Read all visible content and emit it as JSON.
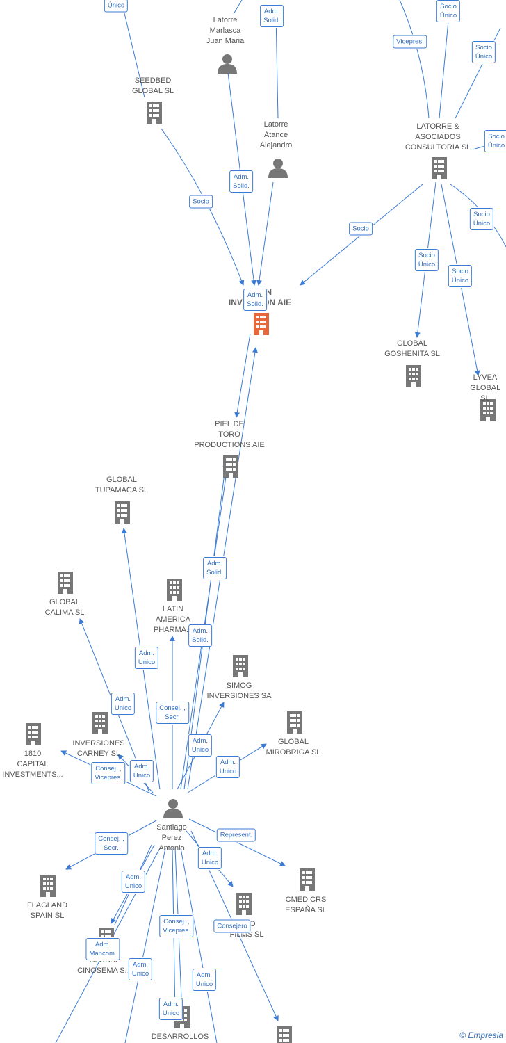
{
  "nodes": [
    {
      "id": "n_unico_top",
      "label": "",
      "kind": "none"
    },
    {
      "id": "latorre_marlasca",
      "label": "Latorre\nMarlasca\nJuan Maria",
      "kind": "person"
    },
    {
      "id": "seedbed",
      "label": "SEEDBED\nGLOBAL  SL",
      "kind": "company"
    },
    {
      "id": "latorre_atance",
      "label": "Latorre\nAtance\nAlejandro",
      "kind": "person"
    },
    {
      "id": "latorre_asociados",
      "label": "LATORRE &\nASOCIADOS\nCONSULTORIA SL",
      "kind": "company"
    },
    {
      "id": "center",
      "label": "F...ON\nINVES...ION AIE",
      "kind": "company-main"
    },
    {
      "id": "goshenita",
      "label": "GLOBAL\nGOSHENITA SL",
      "kind": "company"
    },
    {
      "id": "lyvea",
      "label": "LYVEA\nGLOBAL  SL",
      "kind": "company"
    },
    {
      "id": "piel_toro",
      "label": "PIEL DE\nTORO\nPRODUCTIONS AIE",
      "kind": "company"
    },
    {
      "id": "tupamaca",
      "label": "GLOBAL\nTUPAMACA SL",
      "kind": "company"
    },
    {
      "id": "calima",
      "label": "GLOBAL\nCALIMA SL",
      "kind": "company"
    },
    {
      "id": "latin_america",
      "label": "LATIN\nAMERICA\nPHARMA...",
      "kind": "company"
    },
    {
      "id": "simog",
      "label": "SIMOG\nINVERSIONES SA",
      "kind": "company"
    },
    {
      "id": "carney",
      "label": "INVERSIONES\nCARNEY SL",
      "kind": "company"
    },
    {
      "id": "mirobriga",
      "label": "GLOBAL\nMIROBRIGA SL",
      "kind": "company"
    },
    {
      "id": "capital1810",
      "label": "1810\nCAPITAL\nINVESTMENTS...",
      "kind": "company"
    },
    {
      "id": "santiago",
      "label": "Santiago\nPerez\nAntonio",
      "kind": "person"
    },
    {
      "id": "flagland",
      "label": "FLAGLAND\nSPAIN SL",
      "kind": "company"
    },
    {
      "id": "cmed",
      "label": "CMED CRS\nESPAÑA  SL",
      "kind": "company"
    },
    {
      "id": "video_films",
      "label": "...EO\nFILMS SL",
      "kind": "company"
    },
    {
      "id": "cinosema",
      "label": "GLOBAL\nCINOSEMA S...",
      "kind": "company"
    },
    {
      "id": "desarrollos",
      "label": "DESARROLLOS",
      "kind": "company"
    },
    {
      "id": "bottom_right",
      "label": "",
      "kind": "company"
    }
  ],
  "edge_labels": [
    {
      "id": "e1",
      "text": "Único"
    },
    {
      "id": "e2",
      "text": "Adm.\nSolid."
    },
    {
      "id": "e3",
      "text": "Socio\nÚnico"
    },
    {
      "id": "e4",
      "text": "Vicepres."
    },
    {
      "id": "e5",
      "text": "Socio\nÚnico"
    },
    {
      "id": "e6",
      "text": "Socio\nÚnico"
    },
    {
      "id": "e7",
      "text": "Adm.\nSolid."
    },
    {
      "id": "e8",
      "text": "Socio"
    },
    {
      "id": "e9",
      "text": "Socio"
    },
    {
      "id": "e10",
      "text": "Socio\nÚnico"
    },
    {
      "id": "e11",
      "text": "Socio\nÚnico"
    },
    {
      "id": "e12",
      "text": "Socio\nÚnico"
    },
    {
      "id": "e13",
      "text": "Adm.\nSolid."
    },
    {
      "id": "e14",
      "text": "Adm.\nSolid."
    },
    {
      "id": "e15",
      "text": "Adm.\nSolid."
    },
    {
      "id": "e16",
      "text": "Adm.\nUnico"
    },
    {
      "id": "e17",
      "text": "Adm.\nUnico"
    },
    {
      "id": "e18",
      "text": "Consej. ,\nSecr."
    },
    {
      "id": "e19",
      "text": "Adm.\nUnico"
    },
    {
      "id": "e20",
      "text": "Adm.\nUnico"
    },
    {
      "id": "e21",
      "text": "Consej. ,\nVicepres."
    },
    {
      "id": "e22",
      "text": "Adm.\nUnico"
    },
    {
      "id": "e23",
      "text": "Consej. ,\nSecr."
    },
    {
      "id": "e24",
      "text": "Represent."
    },
    {
      "id": "e25",
      "text": "Adm.\nUnico"
    },
    {
      "id": "e26",
      "text": "Adm.\nUnico"
    },
    {
      "id": "e27",
      "text": "Consejero"
    },
    {
      "id": "e28",
      "text": "Adm.\nMancom."
    },
    {
      "id": "e29",
      "text": "Consej. ,\nVicepres."
    },
    {
      "id": "e30",
      "text": "Adm.\nUnico"
    },
    {
      "id": "e31",
      "text": "Adm.\nUnico"
    },
    {
      "id": "e32",
      "text": "Adm.\nUnico"
    }
  ],
  "colors": {
    "edge": "#3a7bd5",
    "icon": "#777777",
    "main_icon": "#e8673c",
    "label_border": "#3a7bd5"
  },
  "watermark": "© Empresia"
}
